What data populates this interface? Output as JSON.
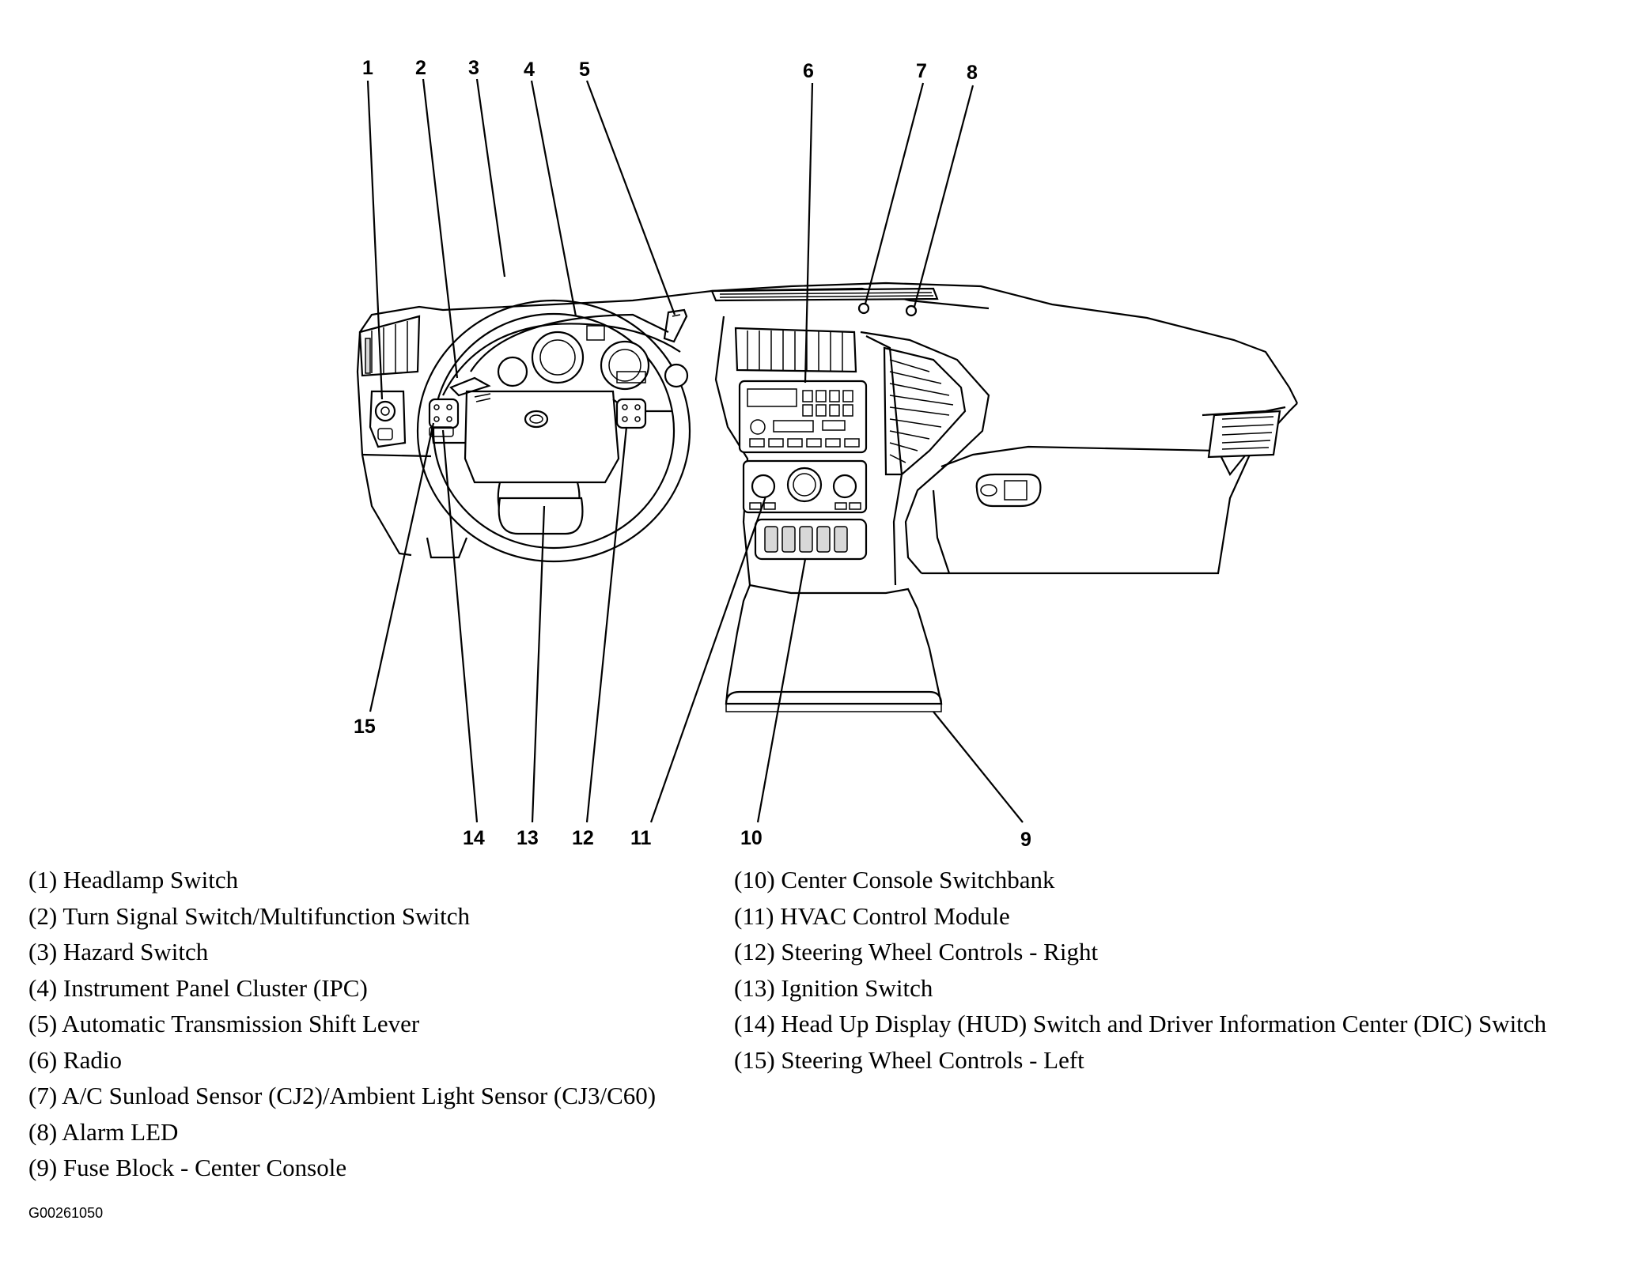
{
  "callouts": [
    "1",
    "2",
    "3",
    "4",
    "5",
    "6",
    "7",
    "8",
    "9",
    "10",
    "11",
    "12",
    "13",
    "14",
    "15"
  ],
  "legend_left": [
    "(1)  Headlamp Switch",
    "(2)  Turn Signal Switch/Multifunction Switch",
    "(3)  Hazard Switch",
    "(4)  Instrument Panel Cluster (IPC)",
    "(5)  Automatic Transmission Shift Lever",
    "(6)  Radio",
    "(7)  A/C Sunload Sensor (CJ2)/Ambient Light Sensor (CJ3/C60)",
    "(8)  Alarm LED",
    "(9)  Fuse Block - Center Console"
  ],
  "legend_right": [
    "(10) Center Console Switchbank",
    "(11) HVAC Control Module",
    "(12) Steering Wheel Controls - Right",
    "(13) Ignition Switch",
    "(14) Head Up Display (HUD) Switch and Driver Information Center (DIC) Switch",
    "(15) Steering Wheel Controls - Left"
  ],
  "figure_code": "G00261050"
}
